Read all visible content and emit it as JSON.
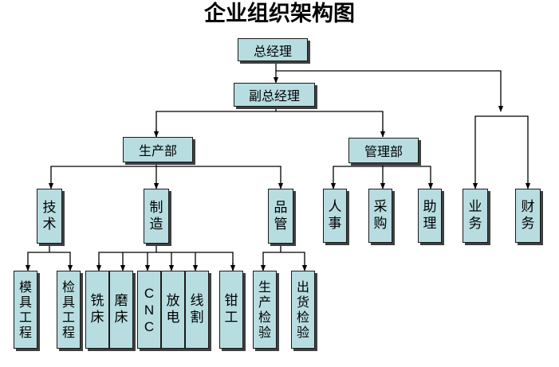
{
  "title": "企业组织架构图",
  "nodes": {
    "gm": "总经理",
    "dgm": "副总经理",
    "production": "生产部",
    "management": "管理部",
    "tech": "技术",
    "manufacturing": "制造",
    "quality": "品管",
    "hr": "人事",
    "purchasing": "采购",
    "assistant": "助理",
    "business": "业务",
    "finance": "财务",
    "mold_eng": "模具工程",
    "fixture_eng": "检具工程",
    "milling": "铣床",
    "grinding": "磨床",
    "cnc": "CNC",
    "edm": "放电",
    "wire_cut": "线割",
    "fitter": "钳工",
    "prod_inspection": "生产检验",
    "shipping_inspection": "出货检验"
  },
  "colors": {
    "box_fill": "#b7dde1",
    "line": "#000000"
  }
}
